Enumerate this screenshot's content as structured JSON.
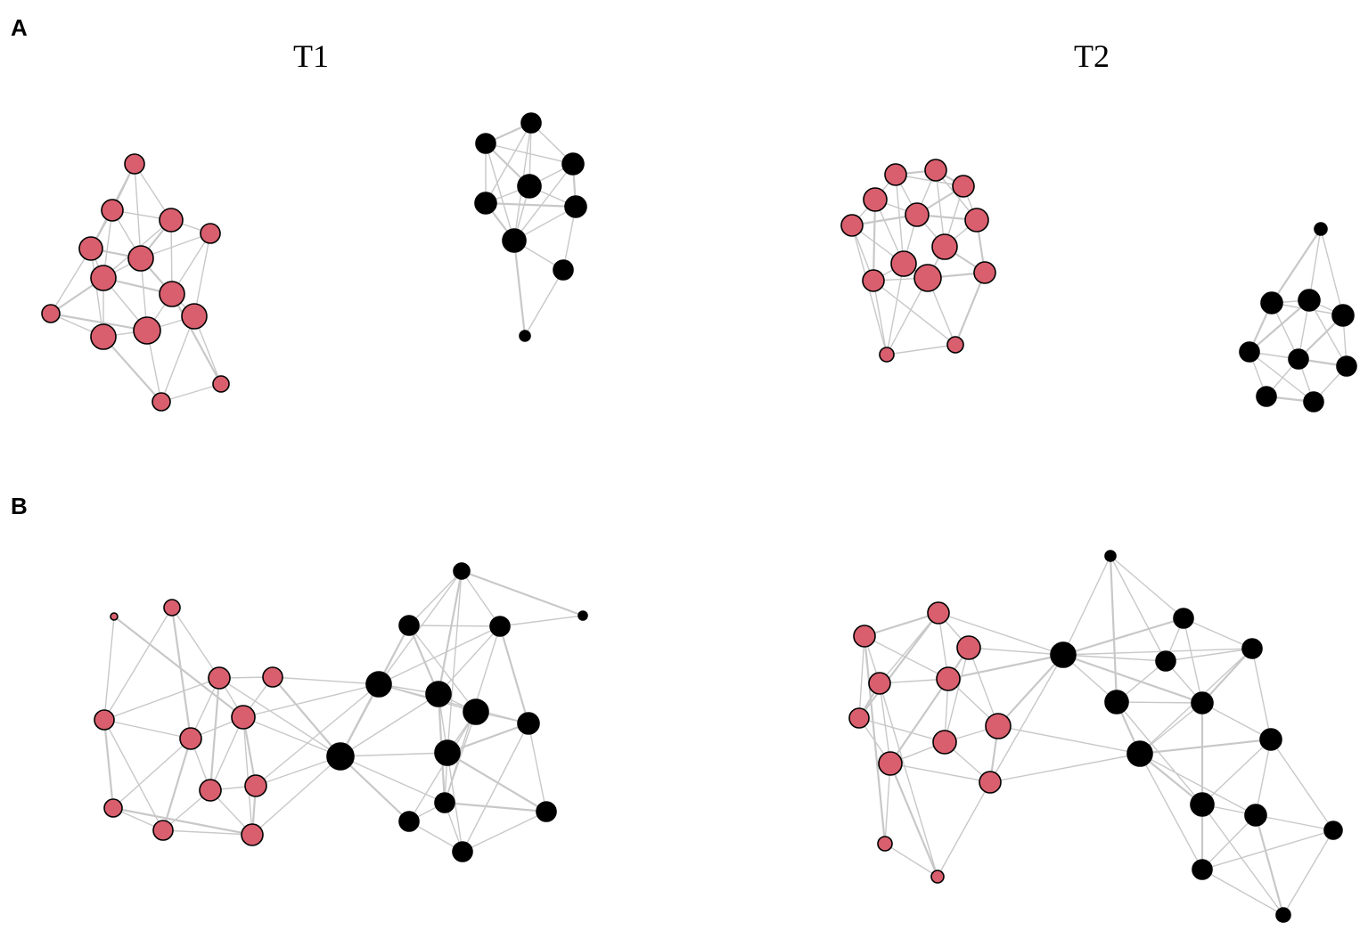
{
  "panels": {
    "a": {
      "label": "A"
    },
    "b": {
      "label": "B"
    }
  },
  "columns": {
    "t1": {
      "title": "T1"
    },
    "t2": {
      "title": "T2"
    }
  },
  "colors": {
    "group_red": "#d95f6e",
    "group_black": "#000000",
    "edge": "#c8c8c8",
    "outline": "#000000"
  }
}
